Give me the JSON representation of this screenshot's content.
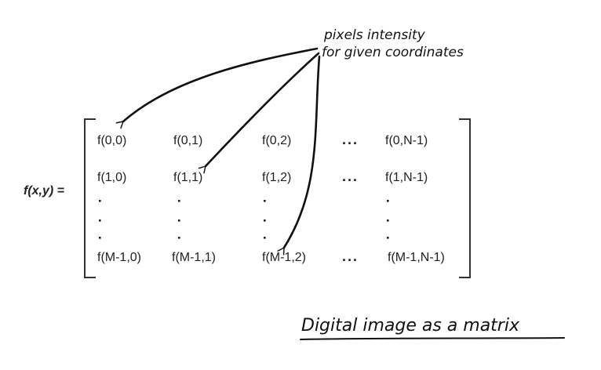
{
  "annotation": {
    "lines": [
      "pixels intensity",
      "for given coordinates"
    ]
  },
  "equation": {
    "lhs": "f(x,y) ="
  },
  "matrix": {
    "rows": [
      [
        "f(0,0)",
        "f(0,1)",
        "f(0,2)",
        "...",
        "f(0,N-1)"
      ],
      [
        "f(1,0)",
        "f(1,1)",
        "f(1,2)",
        "...",
        "f(1,N-1)"
      ],
      [
        "f(M-1,0)",
        "f(M-1,1)",
        "f(M-1,2)",
        "...",
        "f(M-1,N-1)"
      ]
    ]
  },
  "caption": "Digital image as a matrix"
}
